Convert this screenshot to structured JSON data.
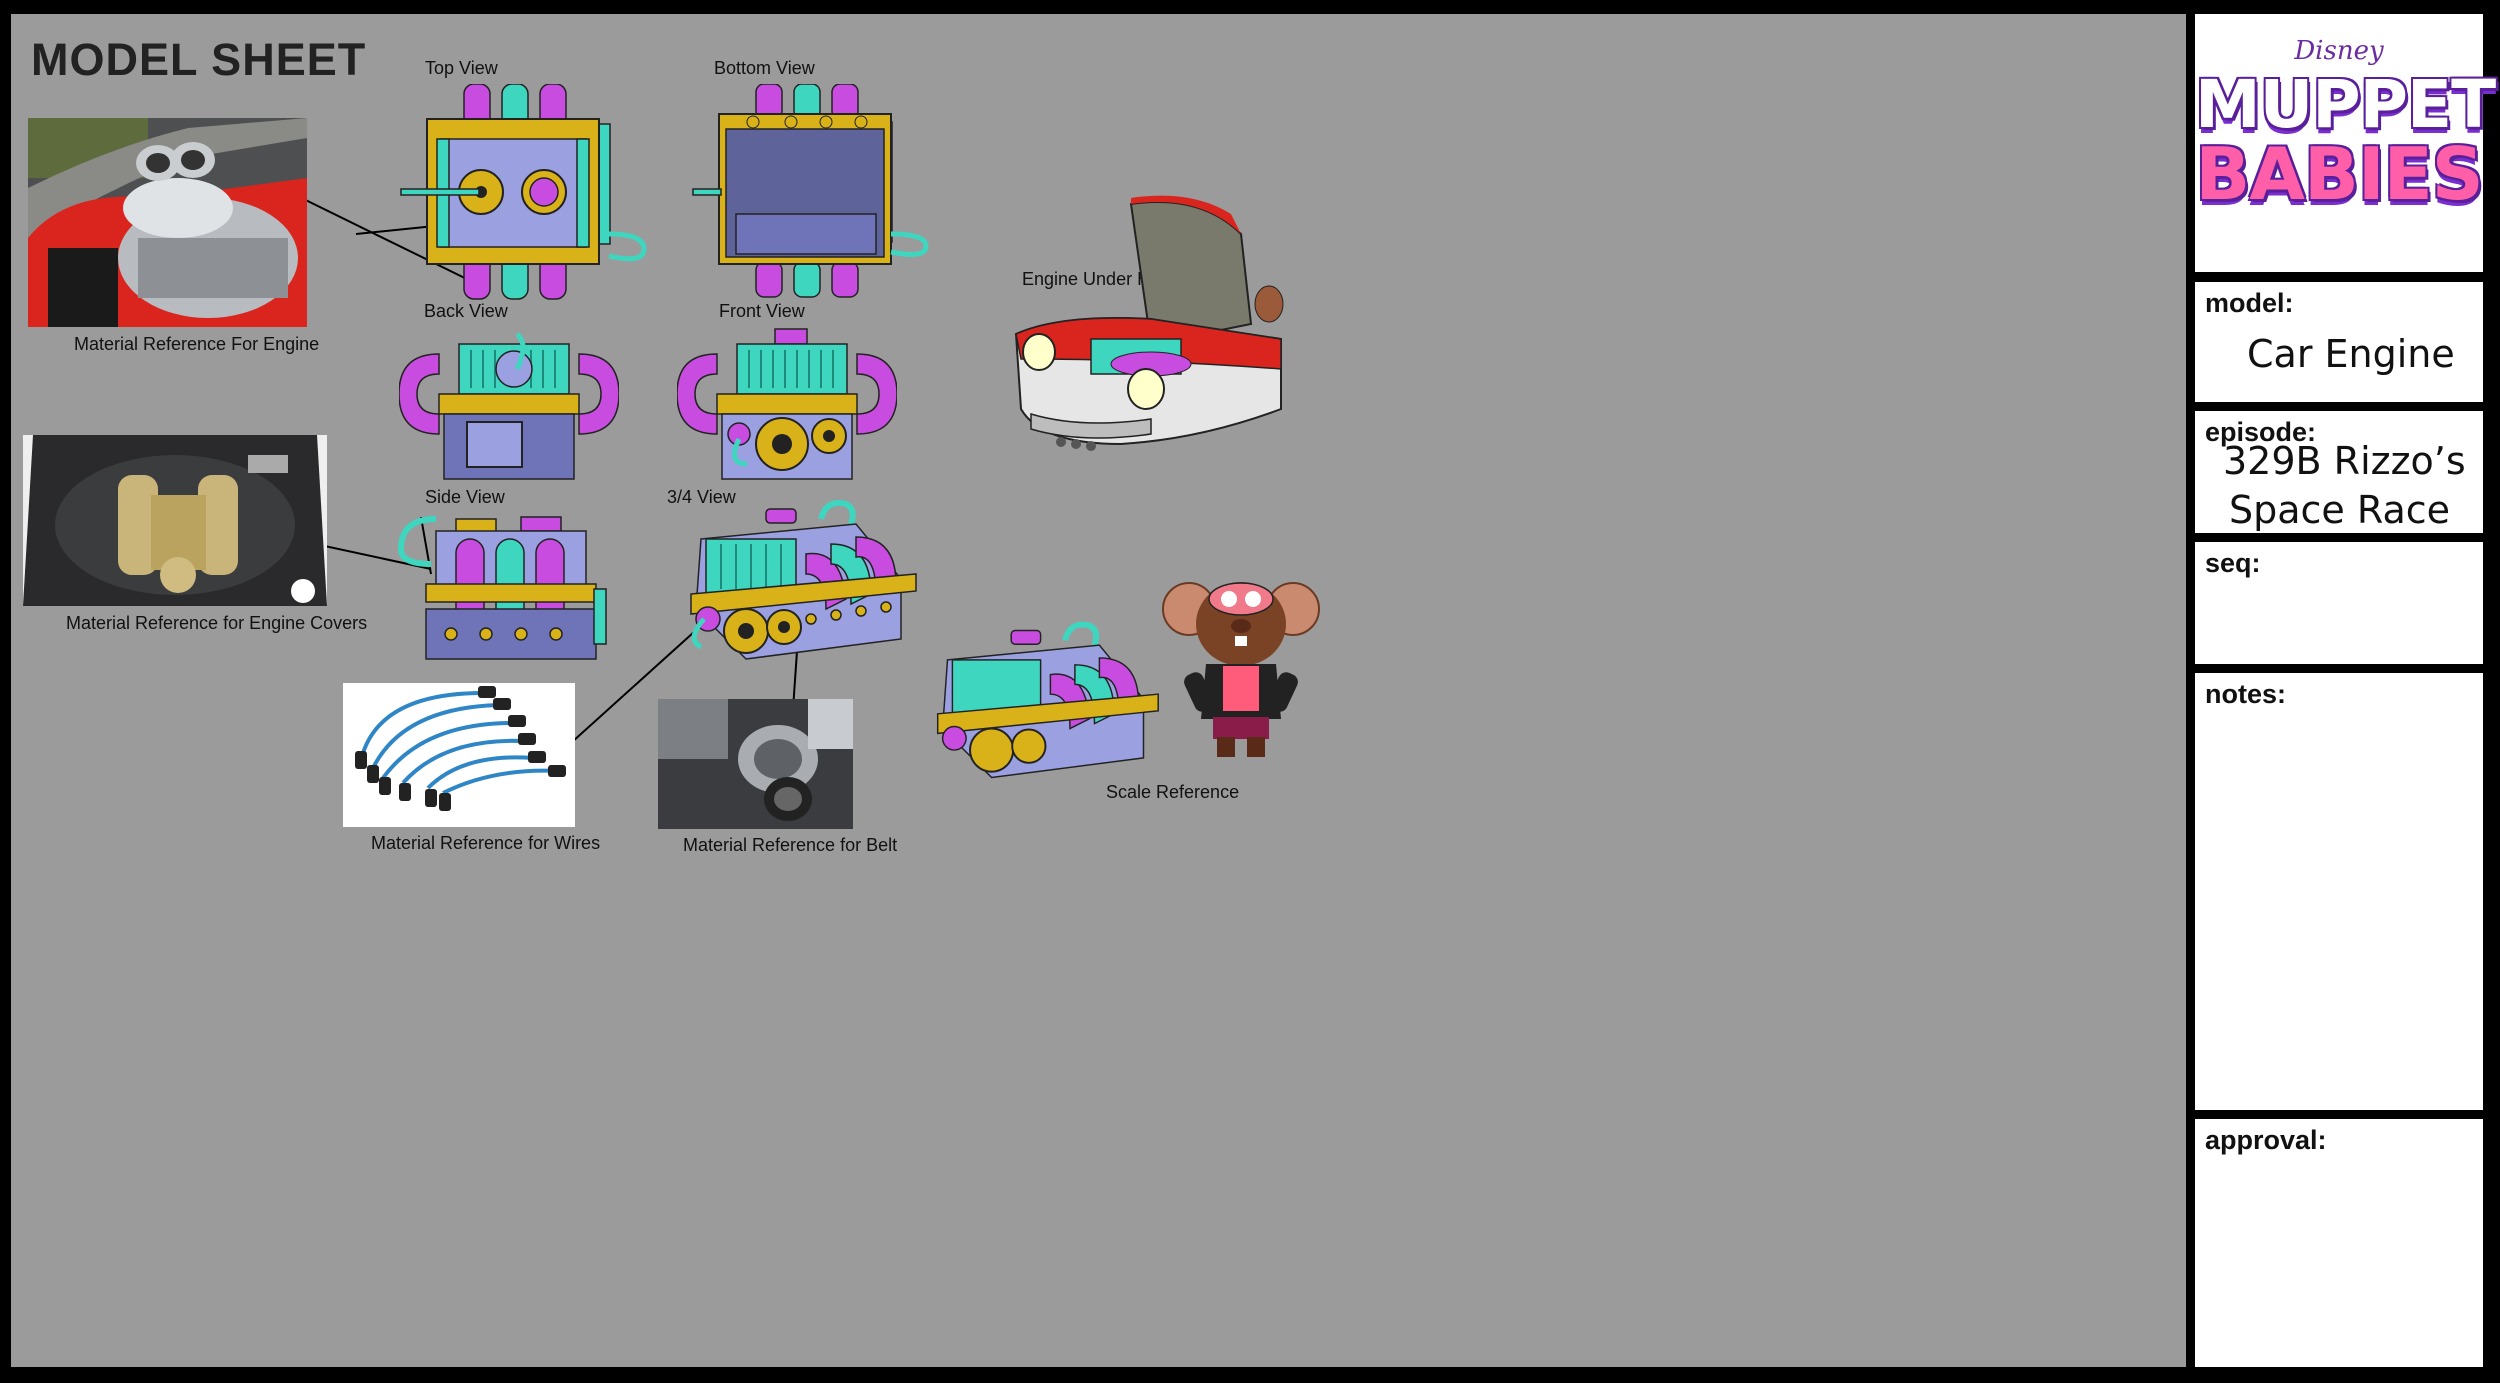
{
  "sheet": {
    "title": "MODEL SHEET"
  },
  "views": {
    "top": "Top View",
    "bottom": "Bottom View",
    "back": "Back View",
    "front": "Front View",
    "side": "Side View",
    "three_quarter": "3/4 View",
    "under_hood": "Engine Under Hood",
    "scale": "Scale Reference"
  },
  "references": {
    "engine": "Material Reference For Engine",
    "covers": "Material Reference for Engine Covers",
    "wires": "Material Reference for Wires",
    "belt": "Material Reference for Belt"
  },
  "logo": {
    "disney": "Disney",
    "line1": "MUPPET",
    "line2": "BABIES"
  },
  "panel": {
    "model_heading": "model:",
    "model_value": "Car Engine",
    "episode_heading": "episode:",
    "episode_line1": "329B Rizzo’s",
    "episode_line2": "Space Race",
    "seq_heading": "seq:",
    "notes_heading": "notes:",
    "approval_heading": "approval:"
  },
  "colors": {
    "sheet_bg": "#9b9b9b",
    "teal": "#3fd6c0",
    "magenta": "#c84ce0",
    "gold": "#d9b21a",
    "lavender": "#9aa0e0",
    "slate": "#6f74b8"
  }
}
